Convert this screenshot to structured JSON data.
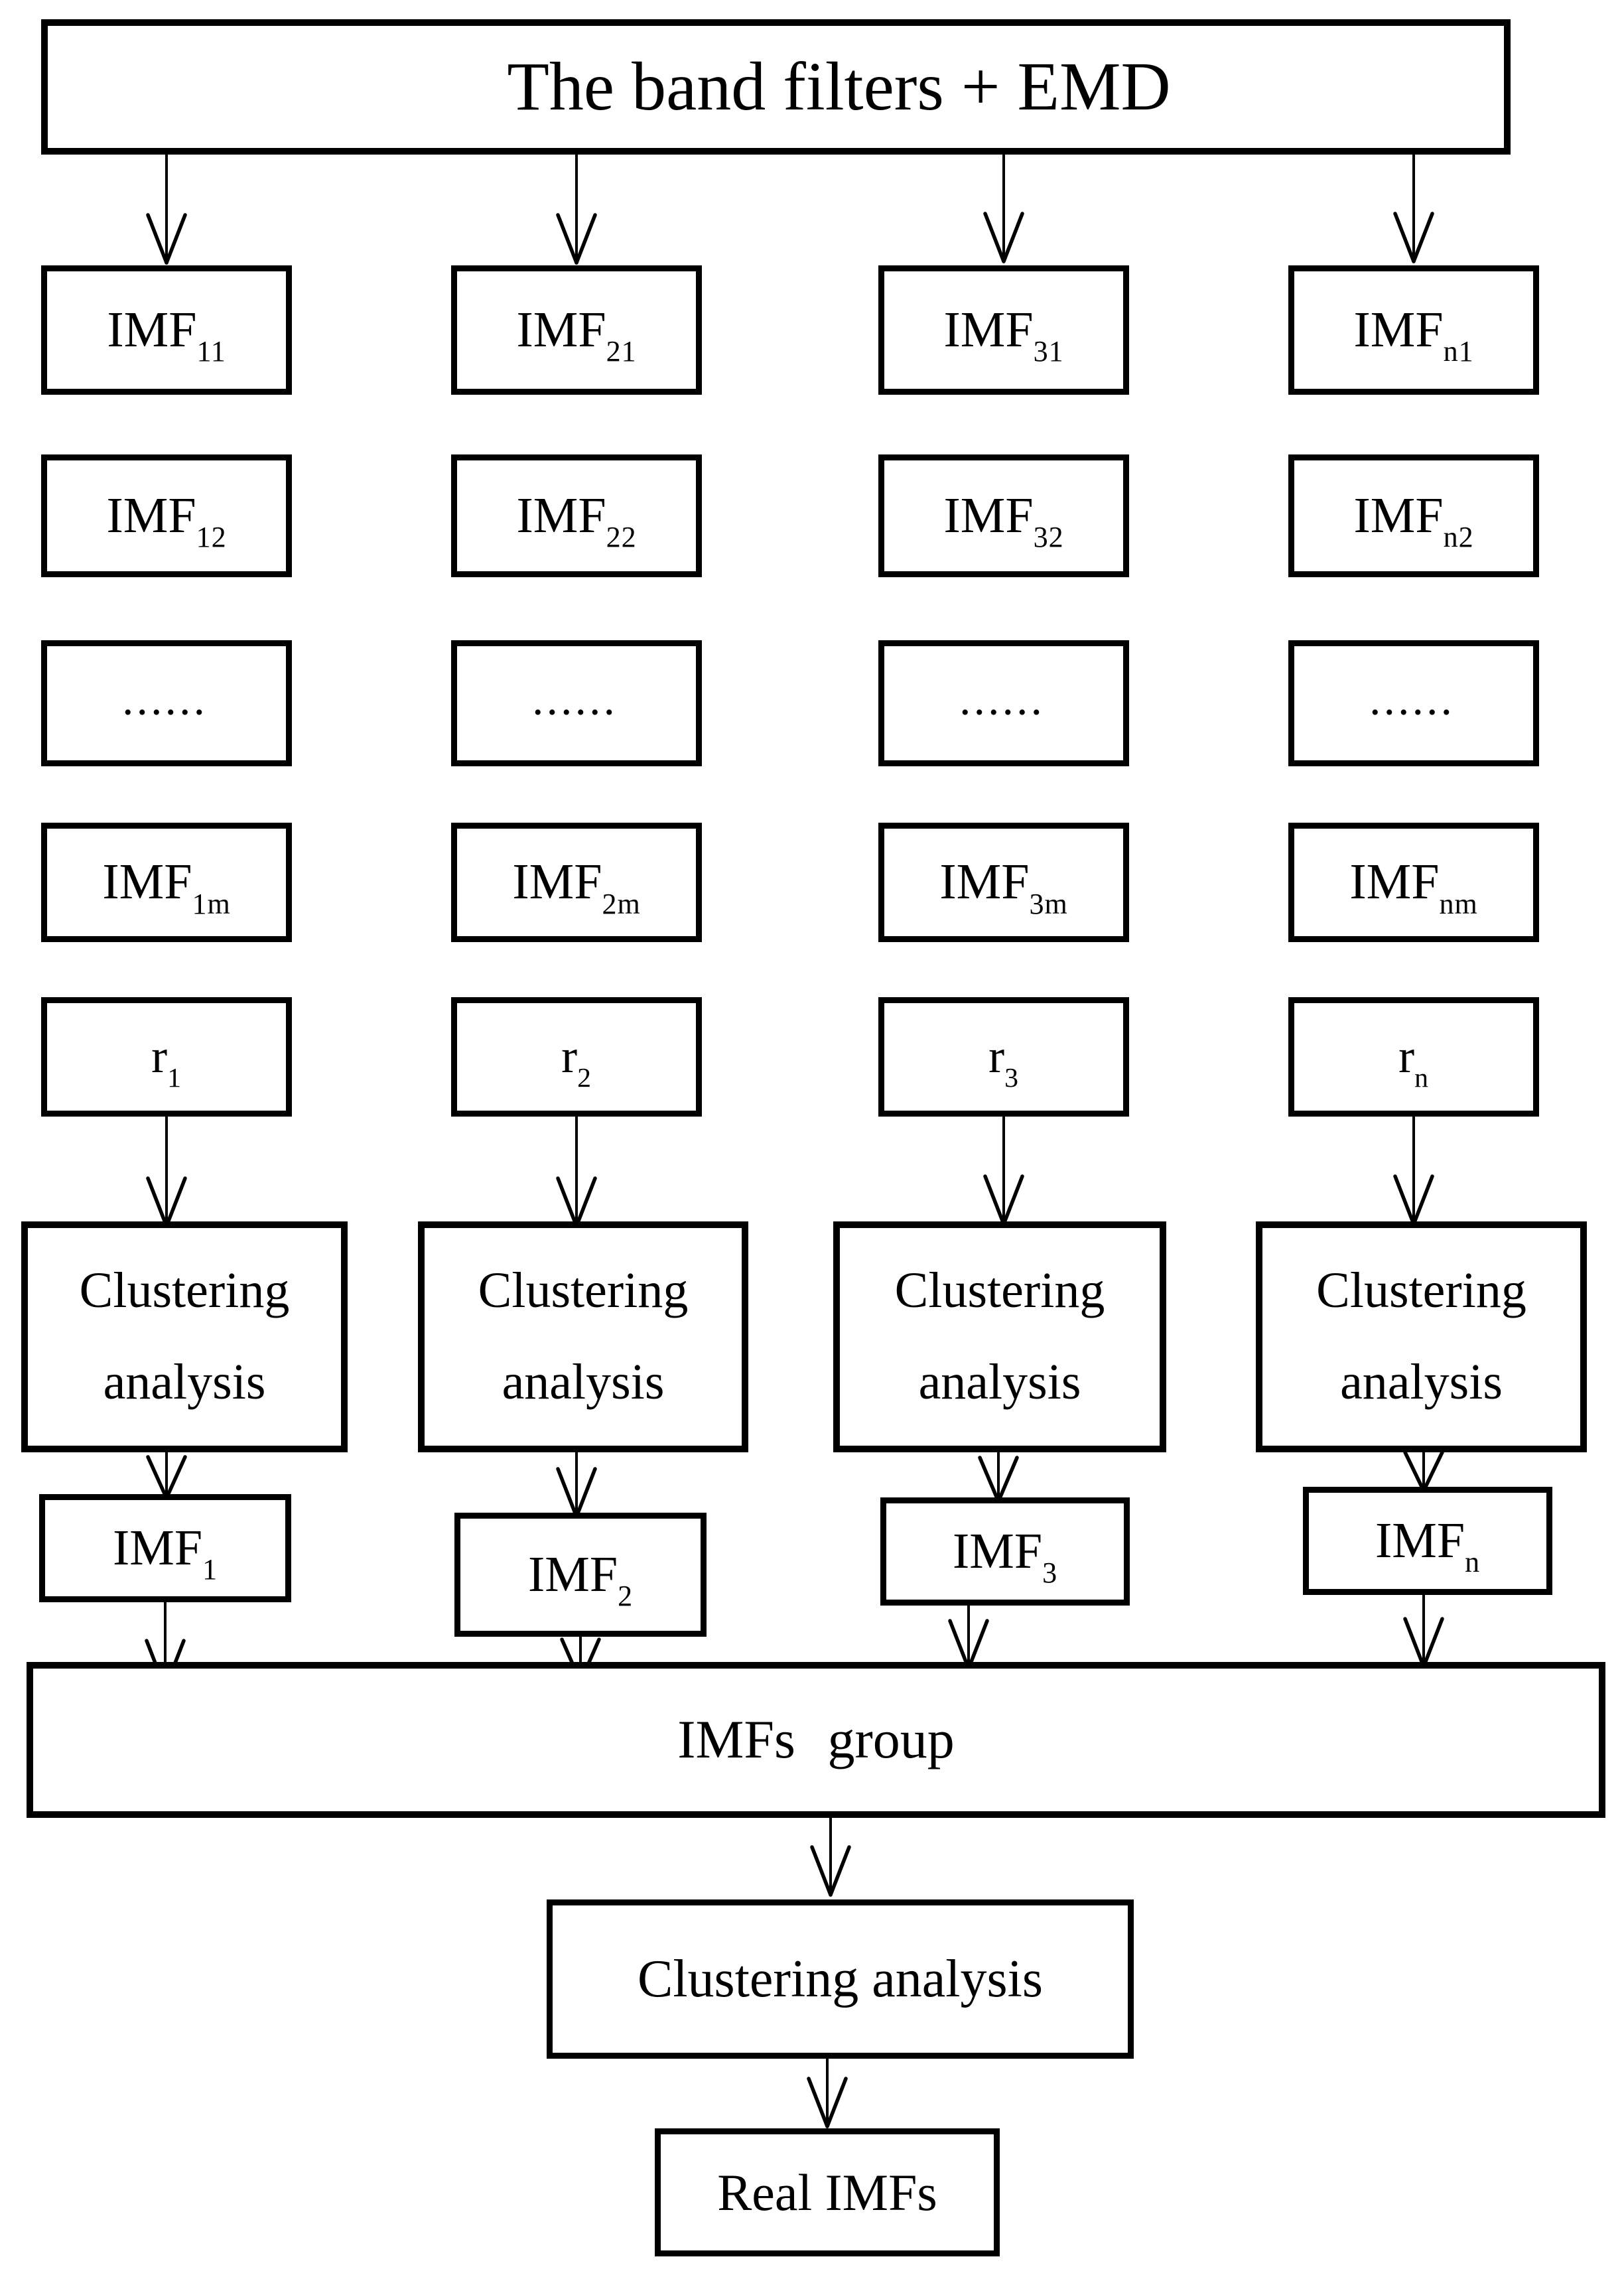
{
  "diagram_title": "The band filters + EMD",
  "columns": [
    {
      "imf_1": {
        "base": "IMF",
        "sub": "11"
      },
      "imf_2": {
        "base": "IMF",
        "sub": "12"
      },
      "dots": "......",
      "imf_m": {
        "base": "IMF",
        "sub": "1m"
      },
      "residual": {
        "base": "r",
        "sub": "1"
      },
      "clustering": {
        "line1": "Clustering",
        "line2": "analysis"
      },
      "output": {
        "base": "IMF",
        "sub": "1"
      }
    },
    {
      "imf_1": {
        "base": "IMF",
        "sub": "21"
      },
      "imf_2": {
        "base": "IMF",
        "sub": "22"
      },
      "dots": "......",
      "imf_m": {
        "base": "IMF",
        "sub": "2m"
      },
      "residual": {
        "base": "r",
        "sub": "2"
      },
      "clustering": {
        "line1": "Clustering",
        "line2": "analysis"
      },
      "output": {
        "base": "IMF",
        "sub": "2"
      }
    },
    {
      "imf_1": {
        "base": "IMF",
        "sub": "31"
      },
      "imf_2": {
        "base": "IMF",
        "sub": "32"
      },
      "dots": "......",
      "imf_m": {
        "base": "IMF",
        "sub": "3m"
      },
      "residual": {
        "base": "r",
        "sub": "3"
      },
      "clustering": {
        "line1": "Clustering",
        "line2": "analysis"
      },
      "output": {
        "base": "IMF",
        "sub": "3"
      }
    },
    {
      "imf_1": {
        "base": "IMF",
        "sub": "n1"
      },
      "imf_2": {
        "base": "IMF",
        "sub": "n2"
      },
      "dots": "......",
      "imf_m": {
        "base": "IMF",
        "sub": "nm"
      },
      "residual": {
        "base": "r",
        "sub": "n"
      },
      "clustering": {
        "line1": "Clustering",
        "line2": "analysis"
      },
      "output": {
        "base": "IMF",
        "sub": "n"
      }
    }
  ],
  "group_label": "IMFs group",
  "final_clustering_label": "Clustering analysis",
  "real_imfs_label": "Real IMFs",
  "colors": {
    "line": "#000000",
    "background": "#ffffff",
    "text": "#000000"
  }
}
